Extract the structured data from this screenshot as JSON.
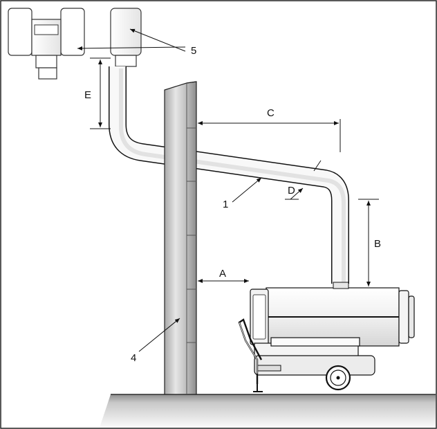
{
  "labels": {
    "chimney_cap_ref": "5",
    "dim_e": "E",
    "dim_c": "C",
    "dim_d": "D",
    "flue_pipe_ref": "1",
    "dim_b": "B",
    "dim_a": "A",
    "wall_ref": "4"
  },
  "colors": {
    "line": "#111111",
    "wall_light": "#d8d8d8",
    "wall_dark": "#8c8c8c",
    "floor_light": "#f2f2f2",
    "floor_dark": "#9a9a9a",
    "frame": "#222222"
  }
}
